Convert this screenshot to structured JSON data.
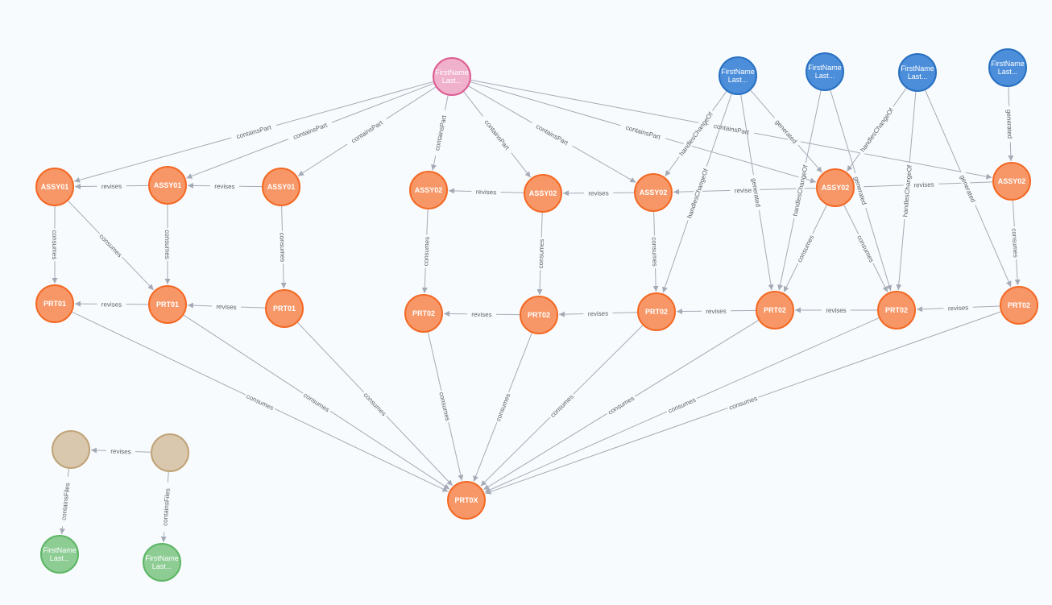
{
  "colors": {
    "part": {
      "fill": "#f79767",
      "stroke": "#f36924",
      "text": "#ffffff"
    },
    "person_pink": {
      "fill": "#f0b1cc",
      "stroke": "#dc5c93",
      "text": "#2a2c34"
    },
    "person_blue": {
      "fill": "#4c8eda",
      "stroke": "#2870c2",
      "text": "#ffffff"
    },
    "file": {
      "fill": "#d9c8ae",
      "stroke": "#c0a378",
      "text": "#2a2c34"
    },
    "person_green": {
      "fill": "#8dcc93",
      "stroke": "#5db665",
      "text": "#2a2c34"
    },
    "edge": "#a5abb6",
    "background": "#f8fbfd"
  },
  "nodes": [
    {
      "id": "owner",
      "type": "person_pink",
      "label": [
        "FirstName",
        "Last..."
      ]
    },
    {
      "id": "u1",
      "type": "person_blue",
      "label": [
        "FirstName",
        "Last..."
      ]
    },
    {
      "id": "u2",
      "type": "person_blue",
      "label": [
        "FirstName",
        "Last..."
      ]
    },
    {
      "id": "u3",
      "type": "person_blue",
      "label": [
        "FirstName",
        "Last..."
      ]
    },
    {
      "id": "u4",
      "type": "person_blue",
      "label": [
        "FirstName",
        "Last..."
      ]
    },
    {
      "id": "a1a",
      "type": "part",
      "label": [
        "ASSY01"
      ]
    },
    {
      "id": "a1b",
      "type": "part",
      "label": [
        "ASSY01"
      ]
    },
    {
      "id": "a1c",
      "type": "part",
      "label": [
        "ASSY01"
      ]
    },
    {
      "id": "a2a",
      "type": "part",
      "label": [
        "ASSY02"
      ]
    },
    {
      "id": "a2b",
      "type": "part",
      "label": [
        "ASSY02"
      ]
    },
    {
      "id": "a2c",
      "type": "part",
      "label": [
        "ASSY02"
      ]
    },
    {
      "id": "a2d",
      "type": "part",
      "label": [
        "ASSY02"
      ]
    },
    {
      "id": "a2e",
      "type": "part",
      "label": [
        "ASSY02"
      ]
    },
    {
      "id": "p1a",
      "type": "part",
      "label": [
        "PRT01"
      ]
    },
    {
      "id": "p1b",
      "type": "part",
      "label": [
        "PRT01"
      ]
    },
    {
      "id": "p1c",
      "type": "part",
      "label": [
        "PRT01"
      ]
    },
    {
      "id": "p2a",
      "type": "part",
      "label": [
        "PRT02"
      ]
    },
    {
      "id": "p2b",
      "type": "part",
      "label": [
        "PRT02"
      ]
    },
    {
      "id": "p2c",
      "type": "part",
      "label": [
        "PRT02"
      ]
    },
    {
      "id": "p2d",
      "type": "part",
      "label": [
        "PRT02"
      ]
    },
    {
      "id": "p2e",
      "type": "part",
      "label": [
        "PRT02"
      ]
    },
    {
      "id": "p2f",
      "type": "part",
      "label": [
        "PRT02"
      ]
    },
    {
      "id": "px",
      "type": "part",
      "label": [
        "PRT0X"
      ]
    },
    {
      "id": "f1",
      "type": "file",
      "label": []
    },
    {
      "id": "f2",
      "type": "file",
      "label": []
    },
    {
      "id": "g1",
      "type": "person_green",
      "label": [
        "FirstName",
        "Last..."
      ]
    },
    {
      "id": "g2",
      "type": "person_green",
      "label": [
        "FirstName",
        "Last..."
      ]
    }
  ],
  "edges": [
    {
      "from": "owner",
      "to": "a1a",
      "label": "containsPart"
    },
    {
      "from": "owner",
      "to": "a1b",
      "label": "containsPart"
    },
    {
      "from": "owner",
      "to": "a1c",
      "label": "containsPart"
    },
    {
      "from": "owner",
      "to": "a2a",
      "label": "containsPart"
    },
    {
      "from": "owner",
      "to": "a2b",
      "label": "containsPart"
    },
    {
      "from": "owner",
      "to": "a2c",
      "label": "containsPart"
    },
    {
      "from": "owner",
      "to": "a2d",
      "label": "containsPart"
    },
    {
      "from": "owner",
      "to": "a2e",
      "label": "containsPart"
    },
    {
      "from": "a1b",
      "to": "a1a",
      "label": "revises"
    },
    {
      "from": "a1c",
      "to": "a1b",
      "label": "revises"
    },
    {
      "from": "a2b",
      "to": "a2a",
      "label": "revises"
    },
    {
      "from": "a2c",
      "to": "a2b",
      "label": "revises"
    },
    {
      "from": "a2d",
      "to": "a2c",
      "label": "revises"
    },
    {
      "from": "a2e",
      "to": "a2d",
      "label": "revises"
    },
    {
      "from": "a1a",
      "to": "p1a",
      "label": "consumes"
    },
    {
      "from": "a1a",
      "to": "p1b",
      "label": "consumes"
    },
    {
      "from": "a1b",
      "to": "p1b",
      "label": "consumes"
    },
    {
      "from": "a1c",
      "to": "p1c",
      "label": "consumes"
    },
    {
      "from": "a2a",
      "to": "p2a",
      "label": "consumes"
    },
    {
      "from": "a2b",
      "to": "p2b",
      "label": "consumes"
    },
    {
      "from": "a2c",
      "to": "p2c",
      "label": "consumes"
    },
    {
      "from": "a2d",
      "to": "p2d",
      "label": "consumes"
    },
    {
      "from": "a2d",
      "to": "p2e",
      "label": "consumes"
    },
    {
      "from": "a2e",
      "to": "p2f",
      "label": "consumes"
    },
    {
      "from": "u1",
      "to": "a2c",
      "label": "handlesChangeOf"
    },
    {
      "from": "u1",
      "to": "p2c",
      "label": "handlesChangeOf"
    },
    {
      "from": "u1",
      "to": "p2d",
      "label": "generated"
    },
    {
      "from": "u1",
      "to": "a2d",
      "label": "generated"
    },
    {
      "from": "u2",
      "to": "p2d",
      "label": "handlesChangeOf"
    },
    {
      "from": "u2",
      "to": "p2e",
      "label": "generated"
    },
    {
      "from": "u3",
      "to": "a2d",
      "label": "handlesChangeOf"
    },
    {
      "from": "u3",
      "to": "p2e",
      "label": "handlesChangeOf"
    },
    {
      "from": "u3",
      "to": "p2f",
      "label": "generated"
    },
    {
      "from": "u4",
      "to": "a2e",
      "label": "generated"
    },
    {
      "from": "p1b",
      "to": "p1a",
      "label": "revises"
    },
    {
      "from": "p1c",
      "to": "p1b",
      "label": "revises"
    },
    {
      "from": "p2b",
      "to": "p2a",
      "label": "revises"
    },
    {
      "from": "p2c",
      "to": "p2b",
      "label": "revises"
    },
    {
      "from": "p2d",
      "to": "p2c",
      "label": "revises"
    },
    {
      "from": "p2e",
      "to": "p2d",
      "label": "revises"
    },
    {
      "from": "p2f",
      "to": "p2e",
      "label": "revises"
    },
    {
      "from": "p1a",
      "to": "px",
      "label": "consumes"
    },
    {
      "from": "p1b",
      "to": "px",
      "label": "consumes"
    },
    {
      "from": "p1c",
      "to": "px",
      "label": "consumes"
    },
    {
      "from": "p2a",
      "to": "px",
      "label": "consumes"
    },
    {
      "from": "p2b",
      "to": "px",
      "label": "consumes"
    },
    {
      "from": "p2c",
      "to": "px",
      "label": "consumes"
    },
    {
      "from": "p2d",
      "to": "px",
      "label": "consumes"
    },
    {
      "from": "p2e",
      "to": "px",
      "label": "consumes"
    },
    {
      "from": "p2f",
      "to": "px",
      "label": "consumes"
    },
    {
      "from": "f2",
      "to": "f1",
      "label": "revises"
    },
    {
      "from": "f1",
      "to": "g1",
      "label": "containsFiles"
    },
    {
      "from": "f2",
      "to": "g2",
      "label": "containsFiles"
    }
  ]
}
